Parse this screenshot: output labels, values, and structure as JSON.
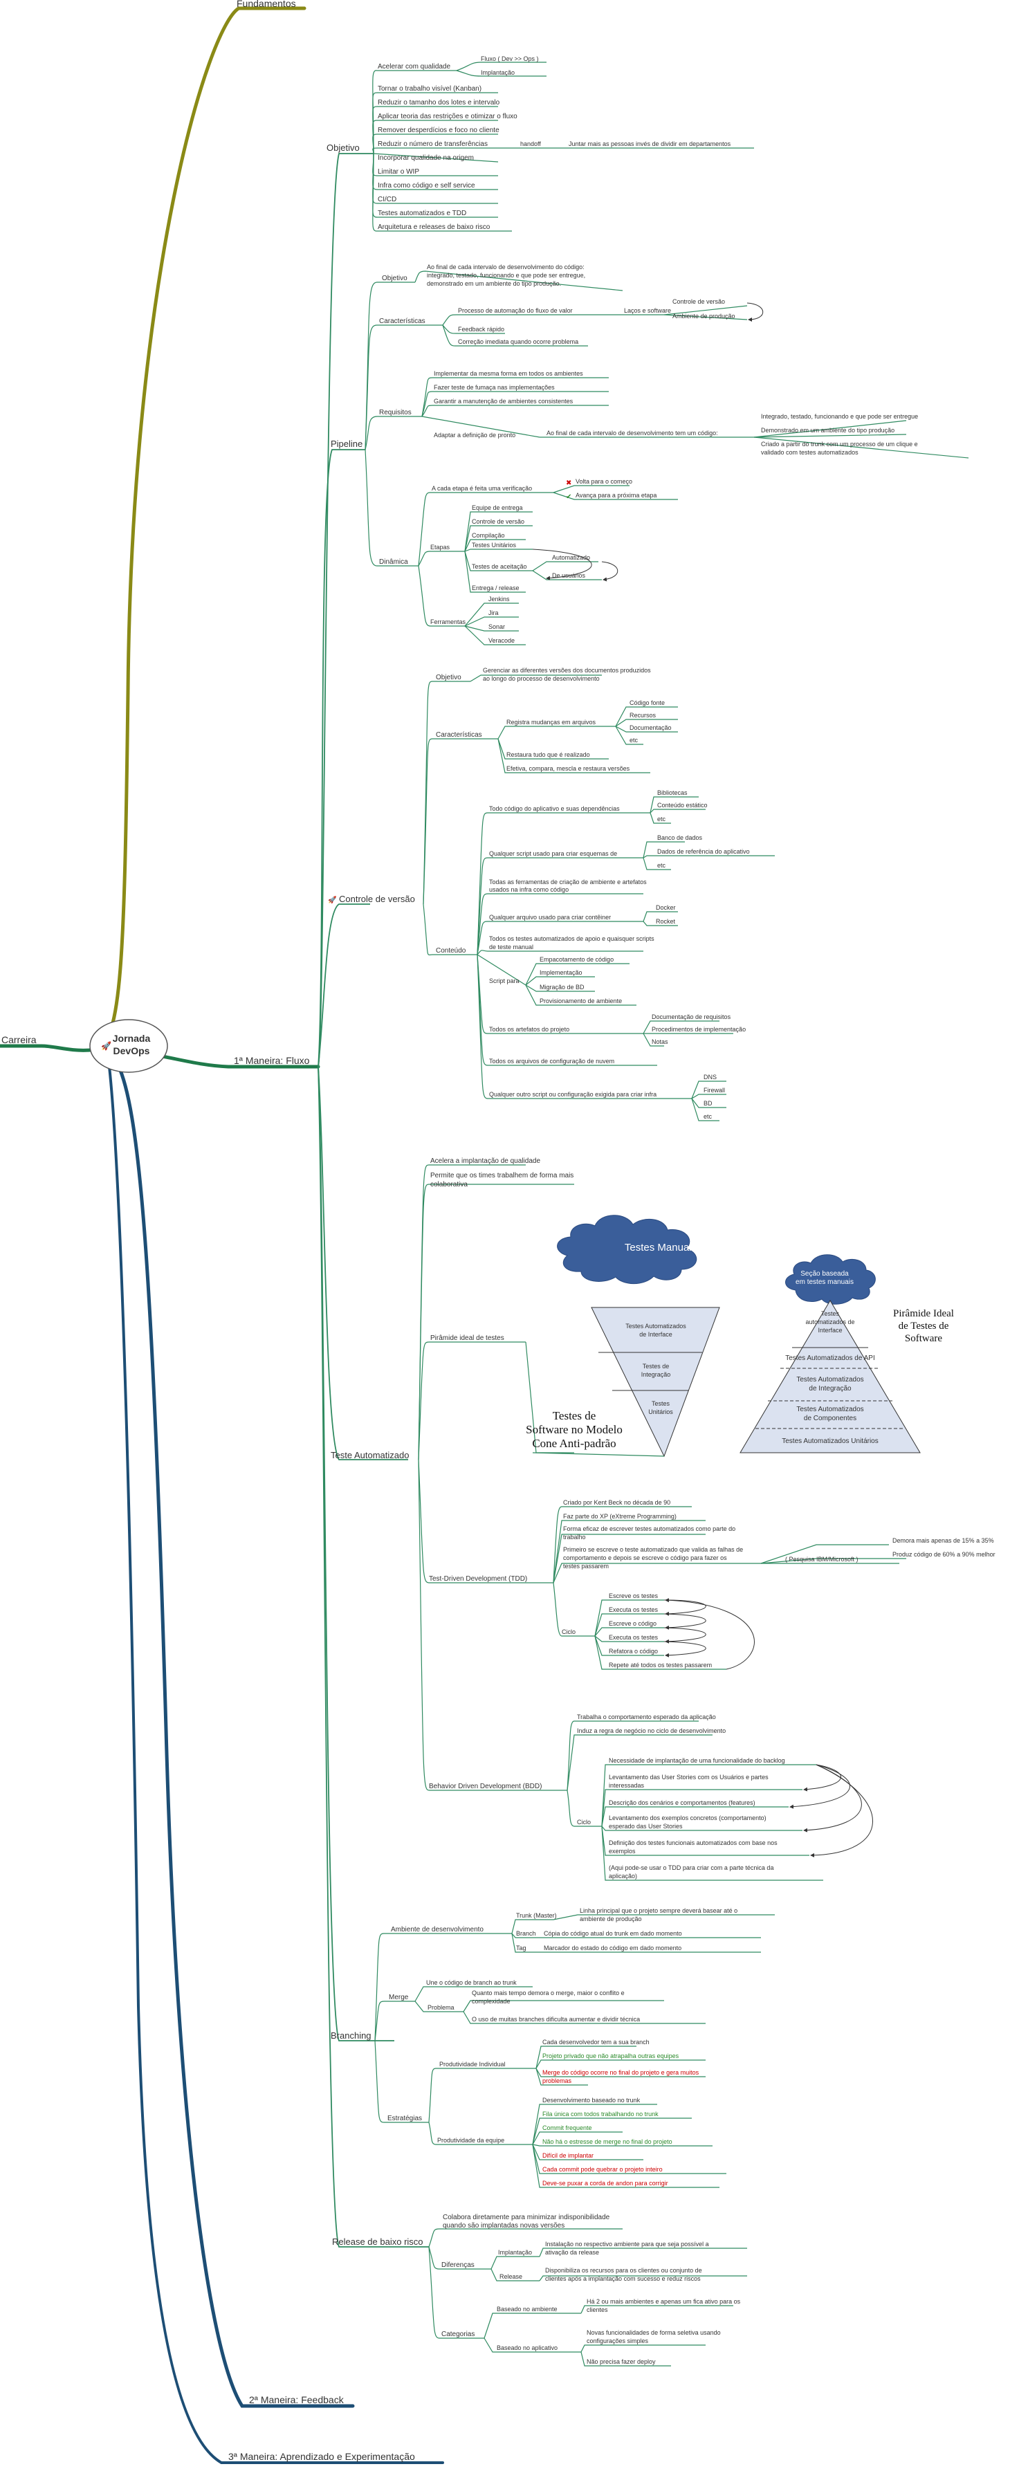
{
  "root": {
    "title_line1": "Jornada",
    "title_line2": "DevOps",
    "left_node": "Carreira"
  },
  "branches": {
    "fundamentos": "Fundamentos",
    "fluxo": "1ª Maneira: Fluxo",
    "feedback": "2ª Maneira: Feedback",
    "aprendizado": "3ª Maneira: Aprendizado e Experimentação"
  },
  "objetivo": {
    "label": "Objetivo",
    "items": [
      "Acelerar com qualidade",
      "Tornar o trabalho visível (Kanban)",
      "Reduzir o tamanho dos lotes e intervalo",
      "Aplicar teoria das restrições e otimizar o fluxo",
      "Remover desperdícios e foco no cliente",
      "Reduzir o número de transferências",
      "Incorporar qualidade na origem",
      "Limitar o WIP",
      "Infra como código e self service",
      "CI/CD",
      "Testes automatizados e TDD",
      "Arquitetura e releases de baixo risco"
    ],
    "acelerar_sub": [
      "Fluxo ( Dev >> Ops )",
      "Implantação"
    ],
    "handoff": "handoff",
    "handoff_note": "Juntar mais as pessoas invés de dividir em departamentos"
  },
  "pipeline": {
    "label": "Pipeline",
    "objetivo_label": "Objetivo",
    "objetivo_text": [
      "Ao final de cada intervalo de desenvolvimento do código:",
      "integrado, testado, funcionando e que pode ser entregue,",
      "demonstrado em um ambiente do tipo produção."
    ],
    "caracteristicas_label": "Características",
    "carac_items": [
      "Processo de automação do fluxo de valor",
      "Feedback rápido",
      "Correção imediata quando ocorre problema"
    ],
    "lacos": "Laços e software",
    "lacos_items": [
      "Controle de versão",
      "Ambiente de produção"
    ],
    "requisitos_label": "Requisitos",
    "req_items": [
      "Implementar da mesma forma em todos os ambientes",
      "Fazer teste de fumaça nas implementações",
      "Garantir a manutenção de ambientes consistentes",
      "Adaptar a definição de pronto"
    ],
    "pronto_text": "Ao final de cada intervalo de desenvolvimento tem um código:",
    "pronto_items": [
      "Integrado, testado, funcionando e que pode ser entregue",
      "Demonstrado em um ambiente do tipo produção",
      "Criado a partir do trunk com um processo de um clique e",
      "validado com testes automatizados"
    ],
    "dinamica_label": "Dinâmica",
    "verif": "A cada etapa é feita uma verificação",
    "verif_items": [
      "Volta para o começo",
      "Avança para a próxima etapa"
    ],
    "etapas_label": "Etapas",
    "etapas": [
      "Equipe de entrega",
      "Controle de versão",
      "Compilação",
      "Testes Unitários",
      "Testes de aceitação",
      "Entrega / release"
    ],
    "aceit_items": [
      "Automatizado",
      "De usuários"
    ],
    "ferr_label": "Ferramentas",
    "ferr": [
      "Jenkins",
      "Jira",
      "Sonar",
      "Veracode"
    ]
  },
  "cv": {
    "label": "Controle de versão",
    "objetivo_label": "Objetivo",
    "objetivo_text": [
      "Gerenciar as diferentes versões dos documentos produzidos",
      "ao longo do processo de desenvolvimento"
    ],
    "carac_label": "Características",
    "registra": "Registra mudanças em arquivos",
    "registra_items": [
      "Código fonte",
      "Recursos",
      "Documentação",
      "etc"
    ],
    "carac_more": [
      "Restaura tudo que é realizado",
      "Efetiva, compara, mescla e restaura versões"
    ],
    "conteudo_label": "Conteúdo",
    "c1": "Todo código do aplicativo e suas dependências",
    "c1_items": [
      "Bibliotecas",
      "Conteúdo estático",
      "etc"
    ],
    "c2": "Qualquer script usado para criar esquemas de",
    "c2_items": [
      "Banco de dados",
      "Dados de referência do aplicativo",
      "etc"
    ],
    "c3": [
      "Todas as ferramentas de criação de ambiente e artefatos",
      "usados na infra como código"
    ],
    "c4": "Qualquer arquivo usado para criar contêiner",
    "c4_items": [
      "Docker",
      "Rocket"
    ],
    "c5": [
      "Todos os testes automatizados de apoio e quaisquer scripts",
      "de teste manual"
    ],
    "c6": "Script para",
    "c6_items": [
      "Empacotamento de código",
      "Implementação",
      "Migração de BD",
      "Provisionamento de ambiente"
    ],
    "c7": "Todos os artefatos do projeto",
    "c7_items": [
      "Documentação de requisitos",
      "Procedimentos de implementação",
      "Notas"
    ],
    "c8": "Todos os arquivos de configuração de nuvem",
    "c9": "Qualquer outro script ou configuração exigida para criar infra",
    "c9_items": [
      "DNS",
      "Firewall",
      "BD",
      "etc"
    ]
  },
  "ta": {
    "label": "Teste Automatizado",
    "intro": [
      "Acelera a implantação de qualidade",
      "Permite que os times trabalhem de forma mais",
      "colaborativa"
    ],
    "piramide_label": "Pirâmide ideal de testes",
    "cone": {
      "cloud": "Testes Manuais",
      "l1": [
        "Testes Automatizados",
        "de Interface"
      ],
      "l2": [
        "Testes de",
        "Integração"
      ],
      "l3": [
        "Testes",
        "Unitários"
      ],
      "caption": [
        "Testes de",
        "Software no Modelo",
        "Cone Anti-padrão"
      ]
    },
    "pyr": {
      "cloud": [
        "Seção baseada",
        "em testes manuais"
      ],
      "l1": [
        "Testes",
        "automatizados de",
        "Interface"
      ],
      "l2": "Testes Automatizados de API",
      "l3": [
        "Testes Automatizados",
        "de Integração"
      ],
      "l4": [
        "Testes Automatizados",
        "de Componentes"
      ],
      "l5": "Testes Automatizados Unitários",
      "caption": [
        "Pirâmide Ideal",
        "de Testes de",
        "Software"
      ]
    },
    "tdd_label": "Test-Driven Development (TDD)",
    "tdd_items": [
      "Criado por Kent Beck no década de 90",
      "Faz parte do XP (eXtreme Programming)",
      "Forma eficaz de escrever testes automatizados como parte do",
      "trabalho",
      "Primeiro se escreve o teste automatizado que valida as falhas de",
      "comportamento e depois se escreve o código para fazer os",
      "testes passarem"
    ],
    "pesquisa": "( Pesquisa IBM/Microsoft )",
    "pesquisa_items": [
      "Demora mais apenas de 15% a 35%",
      "Produz código de 60% a 90% melhor"
    ],
    "ciclo_label": "Ciclo",
    "tdd_ciclo": [
      "Escreve os testes",
      "Executa os testes",
      "Escreve o código",
      "Executa os testes",
      "Refatora o código",
      "Repete até todos os testes passarem"
    ],
    "bdd_label": "Behavior Driven Development (BDD)",
    "bdd_items": [
      "Trabalha o comportamento esperado da aplicação",
      "Induz a regra de negócio no ciclo de desenvolvimento"
    ],
    "bdd_ciclo": [
      "Necessidade de implantação de uma funcionalidade do backlog",
      "Levantamento das User Stories com os Usuários e partes",
      "interessadas",
      "Descrição dos cenários e comportamentos (features)",
      "Levantamento dos exemplos concretos (comportamento)",
      "esperado das User Stories",
      "Definição dos testes funcionais automatizados com base nos",
      "exemplos",
      "(Aqui pode-se usar o TDD para criar com a parte técnica da",
      "aplicação)"
    ]
  },
  "branching": {
    "label": "Branching",
    "amb_label": "Ambiente de desenvolvimento",
    "trunk": "Trunk (Master)",
    "trunk_desc": [
      "Linha principal que o projeto sempre deverá basear até o",
      "ambiente de produção"
    ],
    "branch": "Branch",
    "branch_desc": "Cópia do código atual do trunk em dado momento",
    "tag": "Tag",
    "tag_desc": "Marcador do estado do código em dado momento",
    "merge_label": "Merge",
    "merge_desc": "Une o código de branch ao trunk",
    "problema": "Problema",
    "prob_items": [
      "Quanto mais tempo demora o merge, maior o conflito e",
      "complexidade",
      "O uso de muitas branches dificulta aumentar e dividir técnica"
    ],
    "estrategias": "Estratégias",
    "pi_label": "Produtividade Individual",
    "pi_items": [
      "Cada desenvolvedor tem a sua branch",
      "Projeto privado que não atrapalha outras equipes",
      "Merge do código ocorre no final do projeto e gera muitos",
      "problemas"
    ],
    "pe_label": "Produtividade da equipe",
    "pe_items": [
      "Desenvolvimento baseado no trunk",
      "Fila única com todos trabalhando no trunk",
      "Commit frequente",
      "Não há o estresse de merge no final do projeto",
      "Difícil de implantar",
      "Cada commit pode quebrar o projeto inteiro",
      "Deve-se puxar a corda de andon para corrigir"
    ]
  },
  "release": {
    "label": "Release de baixo risco",
    "intro": [
      "Colabora diretamente para minimizar indisponibilidade",
      "quando são implantadas novas versões"
    ],
    "dif_label": "Diferenças",
    "impl": "Implantação",
    "impl_desc": [
      "Instalação no respectivo ambiente para que seja possível a",
      "ativação da release"
    ],
    "rel": "Release",
    "rel_desc": [
      "Disponibiliza os recursos para os clientes ou conjunto de",
      "clientes após a implantação com sucesso e reduz riscos"
    ],
    "cat_label": "Categorias",
    "cat1": "Baseado no ambiente",
    "cat1_desc": [
      "Há 2 ou mais ambientes e apenas um fica ativo para os",
      "clientes"
    ],
    "cat2": "Baseado no aplicativo",
    "cat2_desc": [
      "Novas funcionalidades de forma seletiva usando",
      "configurações simples",
      "Não precisa fazer deploy"
    ]
  }
}
